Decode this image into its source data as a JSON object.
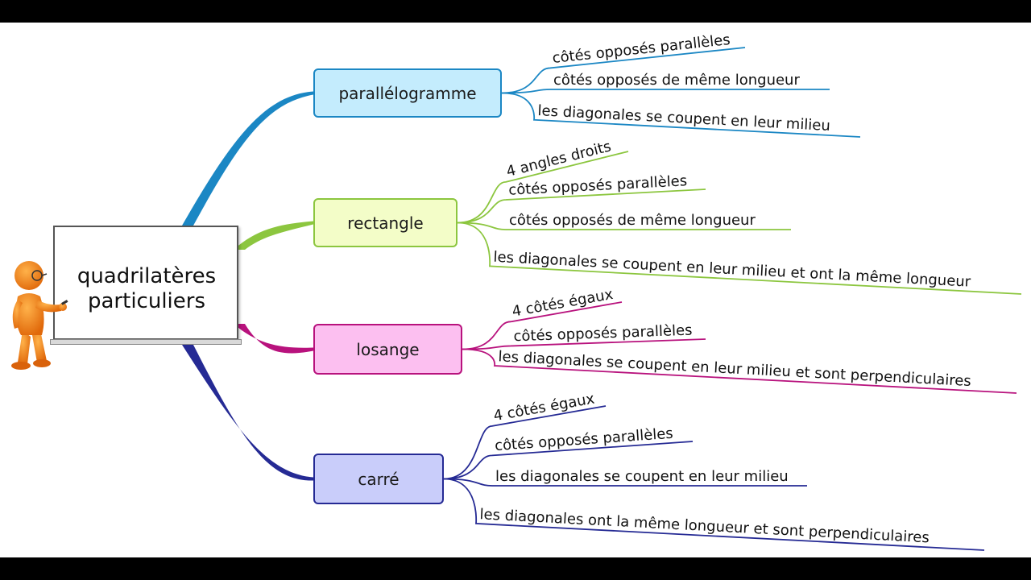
{
  "center": {
    "line1": "quadrilatères",
    "line2": "particuliers",
    "icon": "teacher-at-board-icon"
  },
  "branches": [
    {
      "label": "parallélogramme",
      "color": "#1b87c4",
      "fill": "#c4ecfd",
      "leaves": [
        "côtés opposés parallèles",
        "côtés opposés de même longueur",
        "les diagonales se coupent en leur milieu"
      ]
    },
    {
      "label": "rectangle",
      "color": "#8cc63f",
      "fill": "#f3fdc8",
      "leaves": [
        "4 angles droits",
        "côtés opposés parallèles",
        "côtés opposés de même longueur",
        "les diagonales se coupent en leur milieu et ont la même longueur"
      ]
    },
    {
      "label": "losange",
      "color": "#b8127d",
      "fill": "#fcbff0",
      "leaves": [
        "4 côtés égaux",
        "côtés opposés parallèles",
        "les diagonales se coupent en leur milieu et sont perpendiculaires"
      ]
    },
    {
      "label": "carré",
      "color": "#252a94",
      "fill": "#c9cdfa",
      "leaves": [
        "4 côtés égaux",
        "côtés opposés parallèles",
        "les diagonales se coupent en leur milieu",
        "les diagonales ont la même longueur et sont perpendiculaires"
      ]
    }
  ]
}
